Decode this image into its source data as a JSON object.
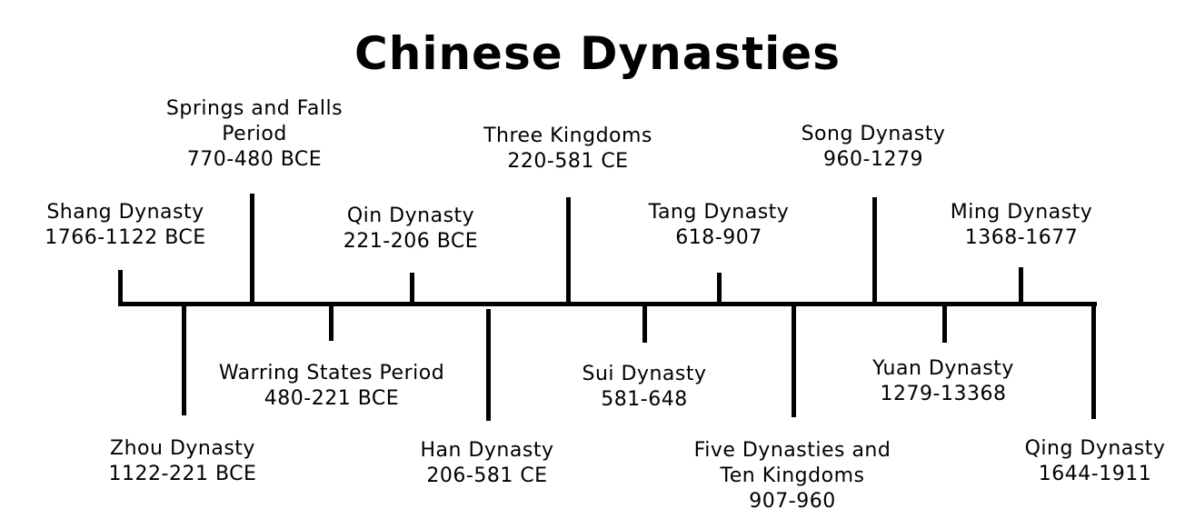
{
  "title": "Chinese Dynasties",
  "colors": {
    "line": "#000000",
    "background": "#ffffff"
  },
  "events": [
    {
      "name": "Shang Dynasty",
      "dates": "1766-1122 BCE"
    },
    {
      "name": "Springs and Falls\nPeriod",
      "dates": "770-480 BCE"
    },
    {
      "name": "Qin Dynasty",
      "dates": "221-206 BCE"
    },
    {
      "name": "Three Kingdoms",
      "dates": "220-581 CE"
    },
    {
      "name": "Tang Dynasty",
      "dates": "618-907"
    },
    {
      "name": "Song Dynasty",
      "dates": "960-1279"
    },
    {
      "name": "Ming Dynasty",
      "dates": "1368-1677"
    },
    {
      "name": "Zhou Dynasty",
      "dates": "1122-221 BCE"
    },
    {
      "name": "Warring States Period",
      "dates": "480-221 BCE"
    },
    {
      "name": "Han Dynasty",
      "dates": "206-581 CE"
    },
    {
      "name": "Sui Dynasty",
      "dates": "581-648"
    },
    {
      "name": "Five Dynasties and\nTen Kingdoms",
      "dates": "907-960"
    },
    {
      "name": "Yuan Dynasty",
      "dates": "1279-13368"
    },
    {
      "name": "Qing Dynasty",
      "dates": "1644-1911"
    }
  ]
}
